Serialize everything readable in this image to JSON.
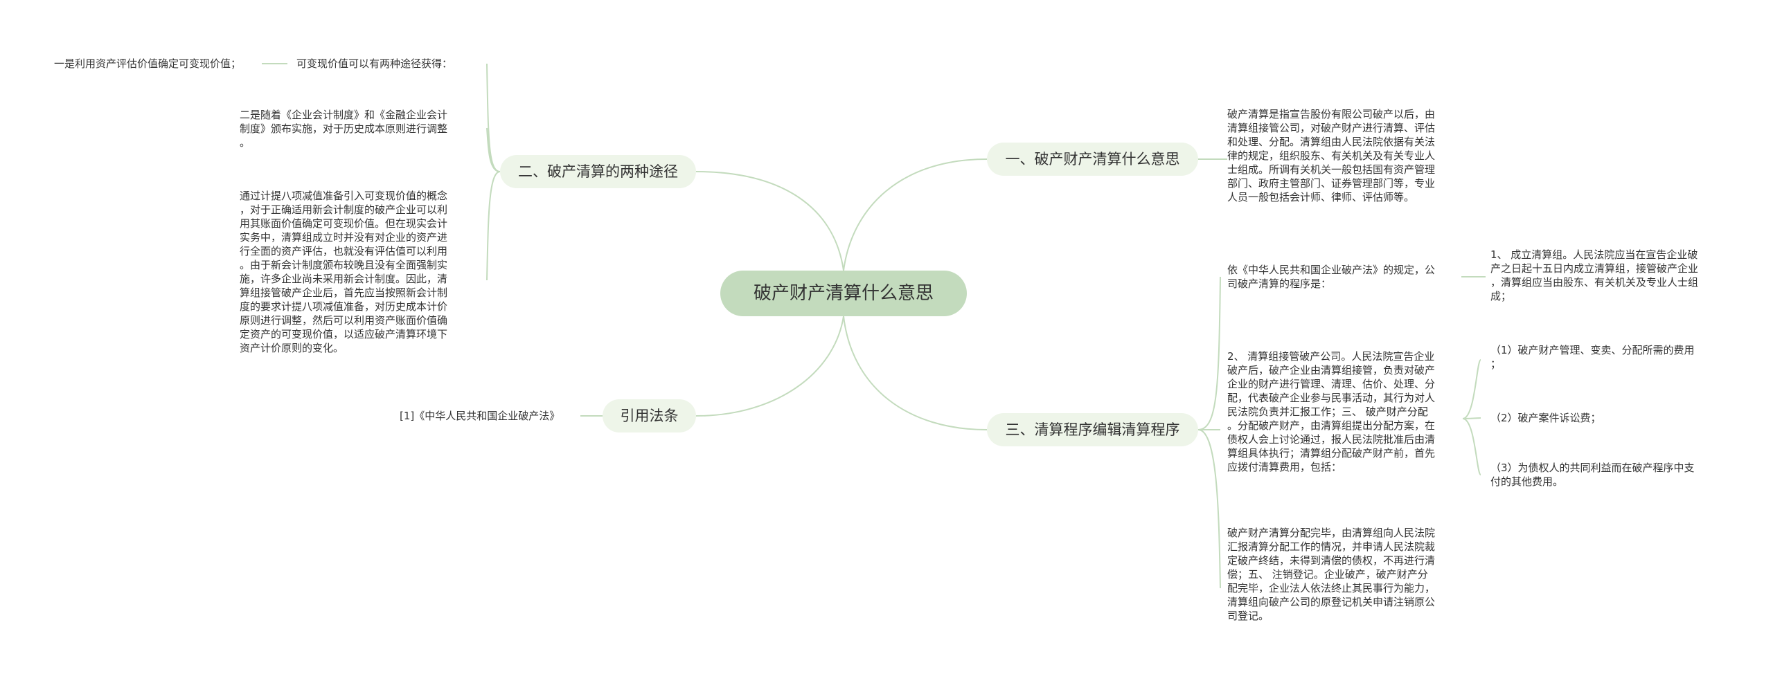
{
  "root": {
    "label": "破产财产清算什么意思"
  },
  "branches": {
    "meaning": {
      "label": "一、破产财产清算什么意思",
      "text": "破产清算是指宣告股份有限公司破产以后，由\n清算组接管公司，对破产财产进行清算、评估\n和处理、分配。清算组由人民法院依据有关法\n律的规定，组织股东、有关机关及有关专业人\n士组成。所调有关机关一般包括国有资产管理\n部门、政府主管部门、证券管理部门等，专业\n人员一般包括会计师、律师、评估师等。"
    },
    "ways": {
      "label": "二、破产清算的两种途径",
      "way_intro": "可变现价值可以有两种途径获得：",
      "way_one": "一是利用资产评估价值确定可变现价值；",
      "way_two": "二是随着《企业会计制度》和《金融企业会计\n制度》颁布实施，对于历史成本原则进行调整\n。",
      "way_detail": "通过计提八项减值准备引入可变现价值的概念\n，对于正确适用新会计制度的破产企业可以利\n用其账面价值确定可变现价值。但在现实会计\n实务中，清算组成立时并没有对企业的资产进\n行全面的资产评估，也就没有评估值可以利用\n。由于新会计制度颁布较晚且没有全面强制实\n施，许多企业尚未采用新会计制度。因此，清\n算组接管破产企业后，首先应当按照新会计制\n度的要求计提八项减值准备，对历史成本计价\n原则进行调整，然后可以利用资产账面价值确\n定资产的可变现价值，以适应破产清算环境下\n资产计价原则的变化。"
    },
    "procedure": {
      "label": "三、清算程序编辑清算程序",
      "law_basis": "依《中华人民共和国企业破产法》的规定，公\n司破产清算的程序是：",
      "step_one": "1、 成立清算组。人民法院应当在宣告企业破\n产之日起十五日内成立清算组，接管破产企业\n，清算组应当由股东、有关机关及专业人士组\n成；",
      "step_two": "2、 清算组接管破产公司。人民法院宣告企业\n破产后，破产企业由清算组接管，负责对破产\n企业的财产进行管理、清理、估价、处理、分\n配，代表破产企业参与民事活动，其行为对人\n民法院负责并汇报工作；三、 破产财产分配\n。分配破产财产，由清算组提出分配方案，在\n债权人会上讨论通过，报人民法院批准后由清\n算组具体执行；清算组分配破产财产前，首先\n应拨付清算费用，包括：",
      "fee_one": "（1）破产财产管理、变卖、分配所需的费用\n；",
      "fee_two": "（2）破产案件诉讼费；",
      "fee_three": "（3）为债权人的共同利益而在破产程序中支\n付的其他费用。",
      "step_final": "破产财产清算分配完毕，由清算组向人民法院\n汇报清算分配工作的情况，并申请人民法院裁\n定破产终结，未得到清偿的债权，不再进行清\n偿；五、 注销登记。企业破产，破产财产分\n配完毕，企业法人依法终止其民事行为能力，\n清算组向破产公司的原登记机关申请注销原公\n司登记。"
    },
    "citation": {
      "label": "引用法条",
      "text": "[1]《中华人民共和国企业破产法》"
    }
  },
  "colors": {
    "link": "#c3dbbd",
    "root_fill": "#c3dbbd",
    "branch_fill": "#eef5e9",
    "text": "#333333"
  }
}
